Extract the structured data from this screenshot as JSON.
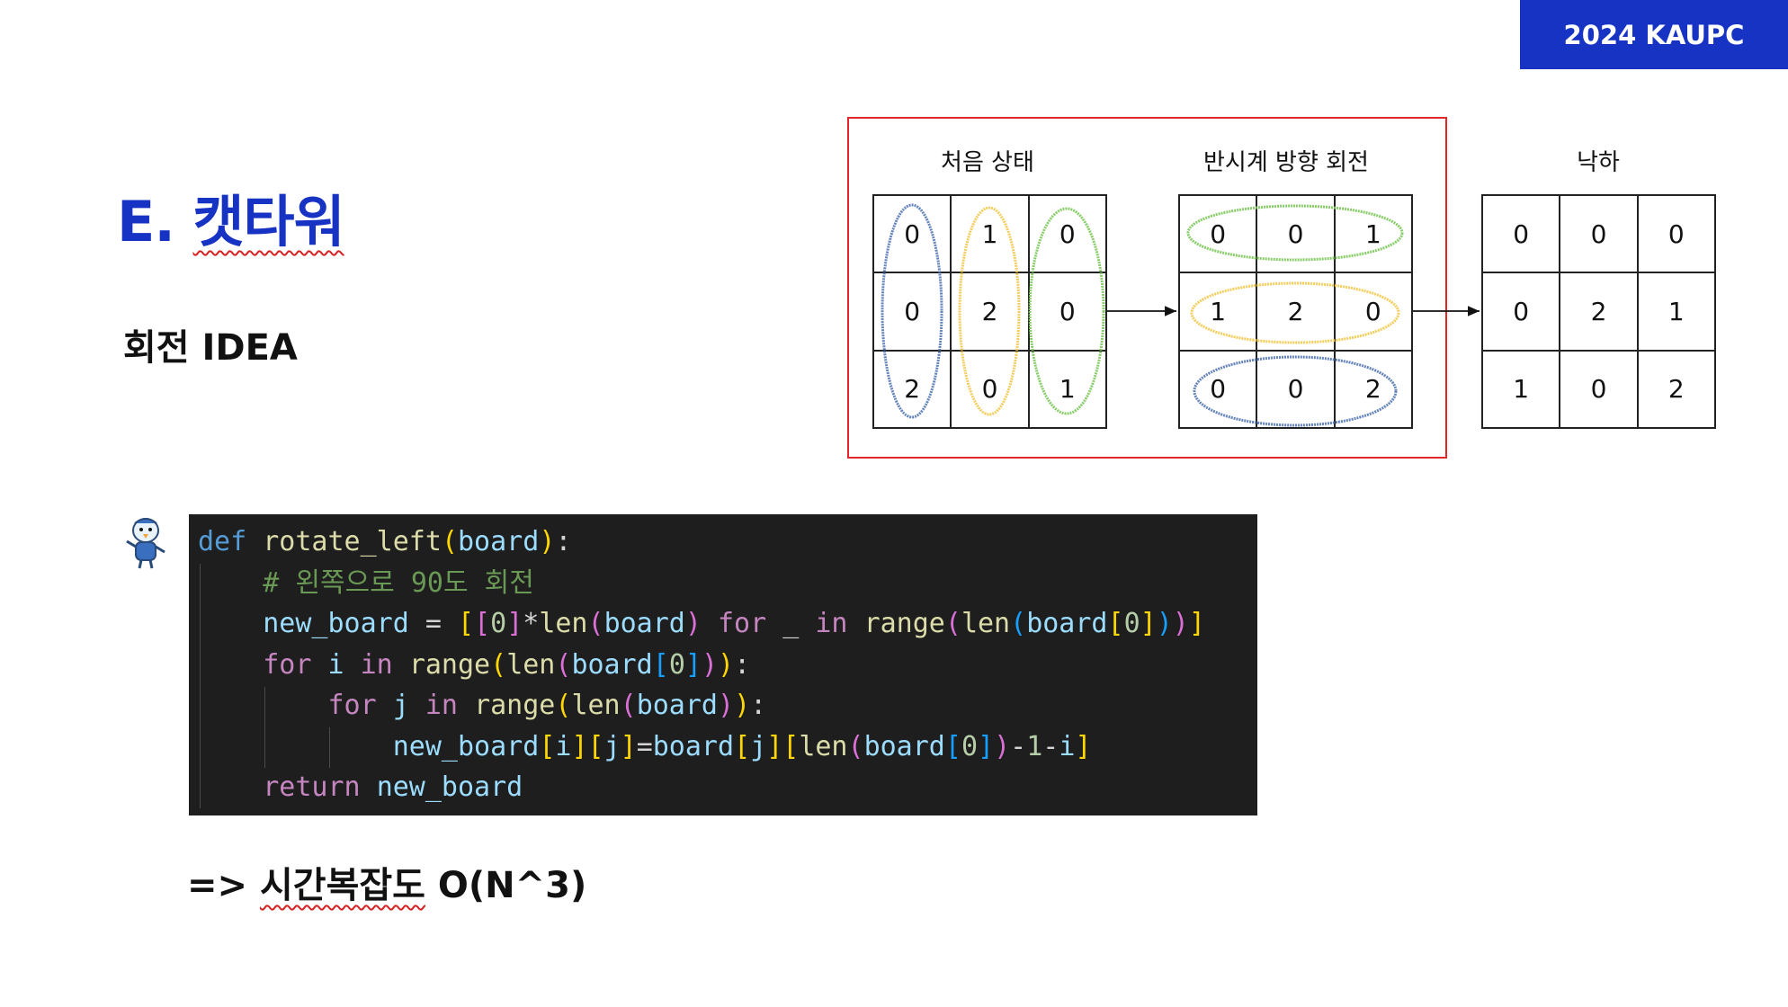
{
  "header": {
    "badge": "2024 KAUPC"
  },
  "slide": {
    "title_prefix": "E. ",
    "title_word": "캣타워",
    "subtitle": "회전 IDEA"
  },
  "diagram": {
    "grids": [
      {
        "caption": "처음 상태",
        "cells": [
          "0",
          "1",
          "0",
          "0",
          "2",
          "0",
          "2",
          "0",
          "1"
        ]
      },
      {
        "caption": "반시계 방향 회전",
        "cells": [
          "0",
          "0",
          "1",
          "1",
          "2",
          "0",
          "0",
          "0",
          "2"
        ]
      },
      {
        "caption": "낙하",
        "cells": [
          "0",
          "0",
          "0",
          "0",
          "2",
          "1",
          "1",
          "0",
          "2"
        ]
      }
    ],
    "highlight_colors": {
      "blue": "#4a6fb0",
      "yellow": "#f2c94c",
      "green": "#7cc85a",
      "frame": "#e3262a"
    }
  },
  "code": {
    "lines": [
      "def rotate_left(board):",
      "    # 왼쪽으로 90도 회전",
      "    new_board = [[0]*len(board) for _ in range(len(board[0]))]",
      "    for i in range(len(board[0])):",
      "        for j in range(len(board)):",
      "            new_board[i][j]=board[j][len(board[0])-1-i]",
      "    return new_board"
    ]
  },
  "footer": {
    "arrow": "=> ",
    "complexity_word": "시간복잡도",
    "complexity_value": " O(N^3)"
  },
  "colors": {
    "accent": "#1733c4",
    "code_bg": "#1e1e1e"
  }
}
